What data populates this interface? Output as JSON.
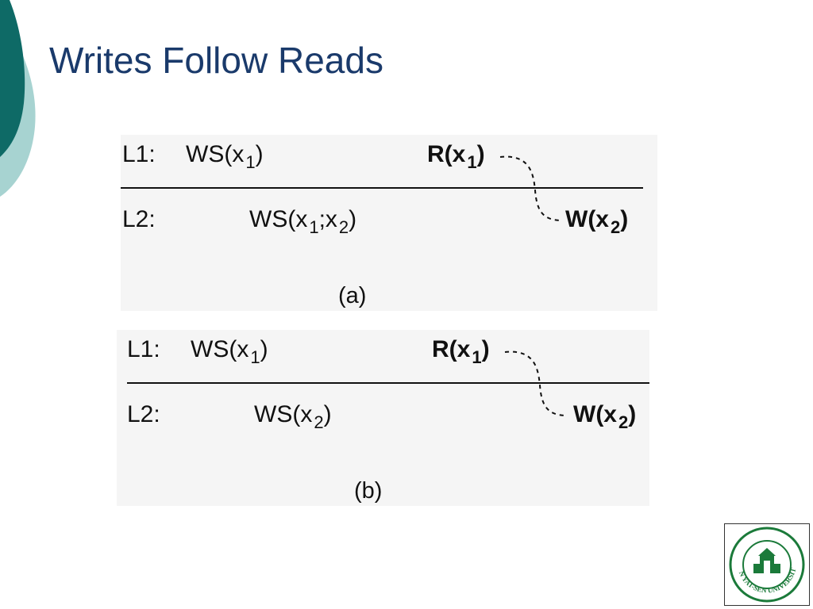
{
  "slide": {
    "title": "Writes Follow Reads",
    "colors": {
      "title": "#1a3a6b",
      "accent_dark": "#0e6a66",
      "accent_light": "#a7d3d1",
      "logo_green": "#1b7a3a"
    },
    "logo": {
      "icon": "university-seal-icon",
      "text": "SUN YAT-SEN UNIVERSITY"
    }
  },
  "diagram_a": {
    "caption": "(a)",
    "l1": {
      "label": "L1:",
      "ws": {
        "text": "WS(x",
        "sub": "1",
        "close": ")"
      },
      "read": {
        "text": "R(x",
        "sub": "1",
        "close": ")"
      }
    },
    "l2": {
      "label": "L2:",
      "ws": {
        "text": "WS(x",
        "sub": "1",
        "mid": ";x",
        "sub2": "2",
        "close": ")"
      },
      "write": {
        "text": "W(x",
        "sub": "2",
        "close": ")"
      }
    }
  },
  "diagram_b": {
    "caption": "(b)",
    "l1": {
      "label": "L1:",
      "ws": {
        "text": "WS(x",
        "sub": "1",
        "close": ")"
      },
      "read": {
        "text": "R(x",
        "sub": "1",
        "close": ")"
      }
    },
    "l2": {
      "label": "L2:",
      "ws": {
        "text": "WS(x",
        "sub": "2",
        "close": ")"
      },
      "write": {
        "text": "W(x",
        "sub": "2",
        "close": ")"
      }
    }
  }
}
